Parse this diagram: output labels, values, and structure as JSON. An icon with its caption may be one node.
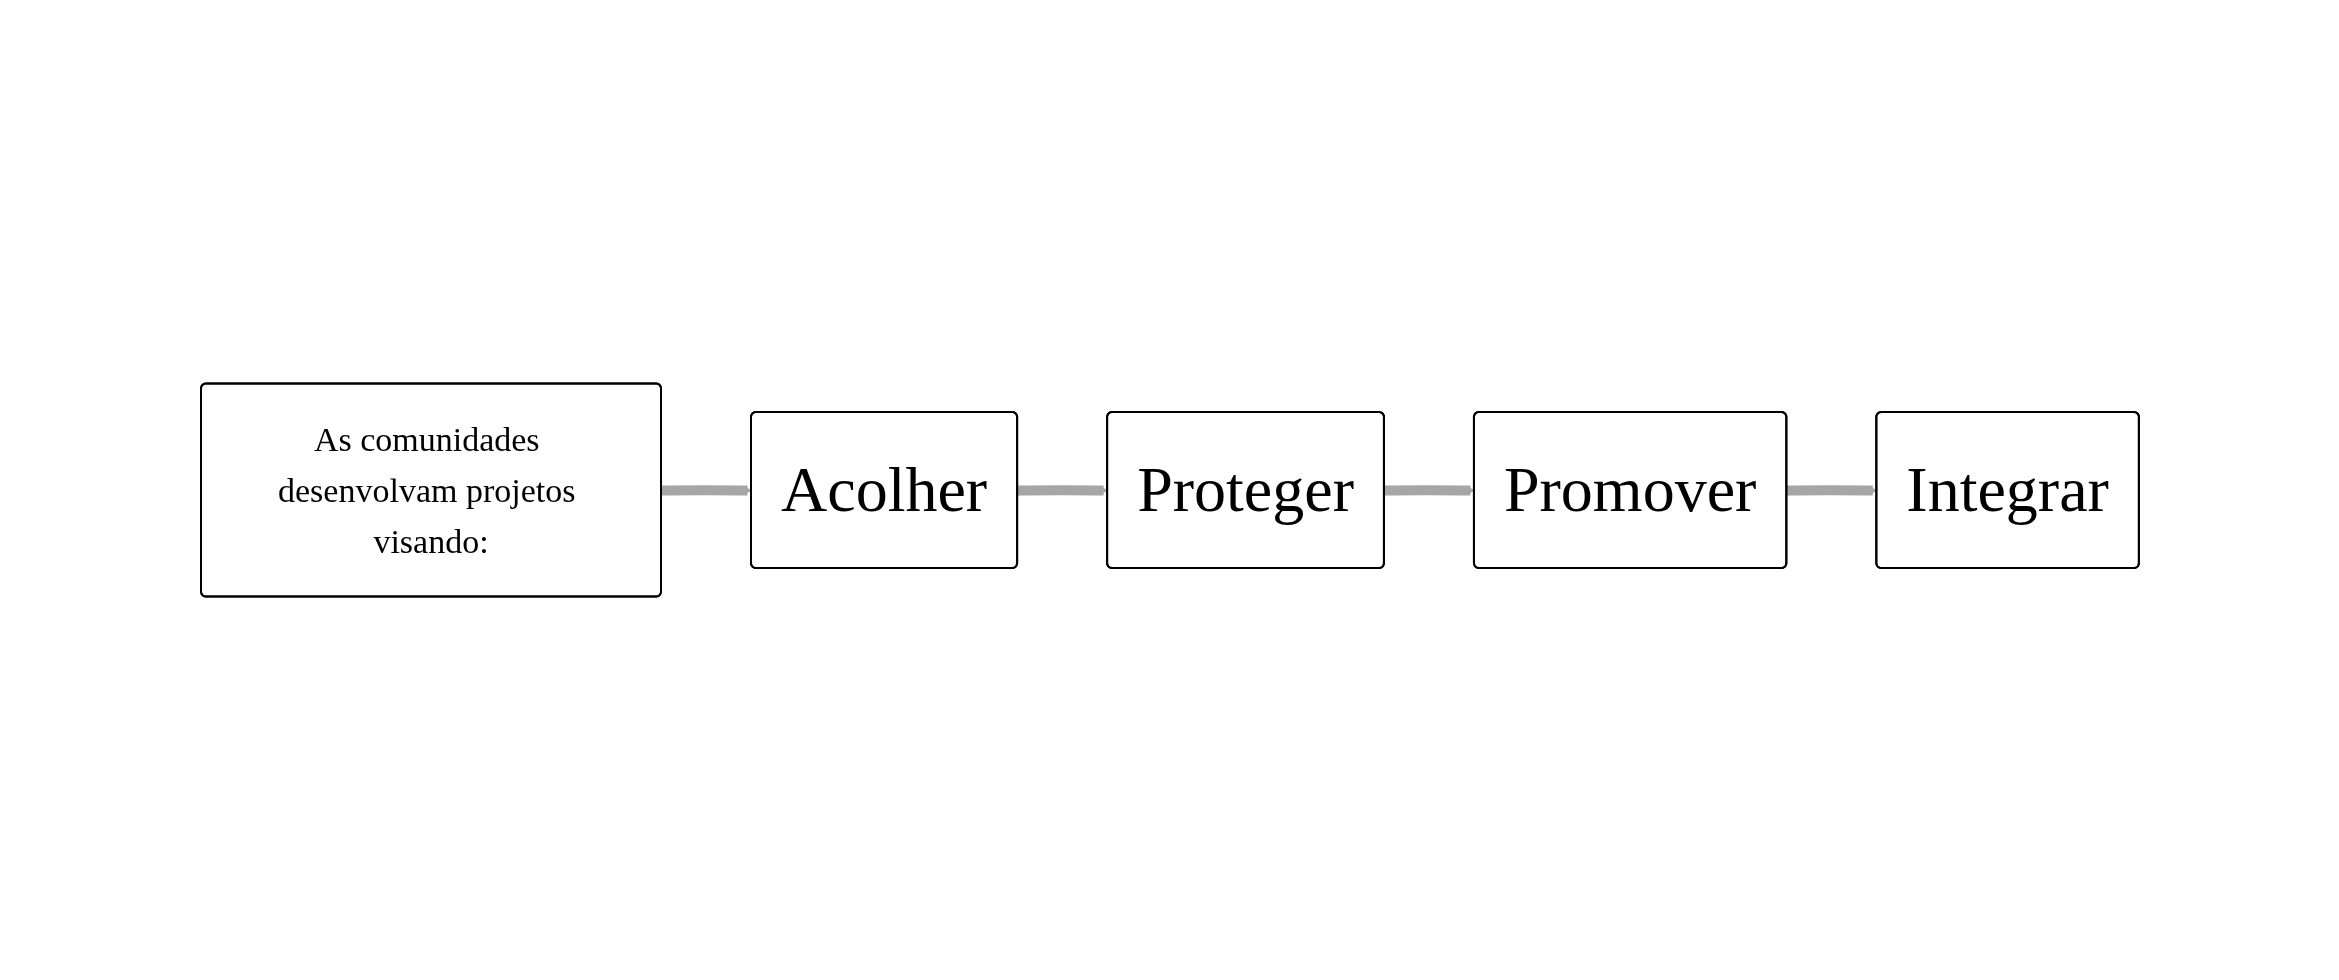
{
  "diagram": {
    "nodes": [
      {
        "text": [
          "As comunidades desenvolvam projetos visando:"
        ]
      },
      {
        "text": [
          "Acolher"
        ]
      },
      {
        "text": [
          "Proteger"
        ]
      },
      {
        "text": [
          "Promover"
        ]
      },
      {
        "text": [
          "Integrar"
        ]
      }
    ],
    "edges": [
      {
        "from": 0,
        "to": 1,
        "arrow": "to"
      },
      {
        "from": 1,
        "to": 2,
        "arrow": "to"
      },
      {
        "from": 2,
        "to": 3,
        "arrow": "to"
      },
      {
        "from": 3,
        "to": 4,
        "arrow": "to"
      }
    ]
  }
}
